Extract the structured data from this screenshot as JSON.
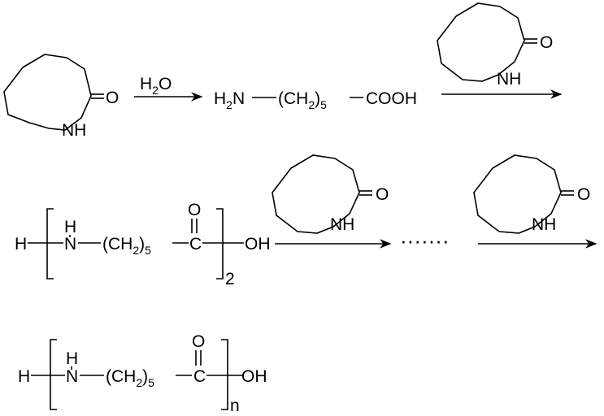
{
  "step1": {
    "reagent_main": "H",
    "reagent_sub": "2",
    "reagent_tail": "O",
    "product_amine": "H",
    "product_amine_sub": "2",
    "product_n": "N",
    "product_chain_open": "(CH",
    "product_chain_sub": "2",
    "product_chain_close": ")",
    "product_repeat_sub": "5",
    "product_acid": "COOH"
  },
  "caprolactam": {
    "oxygen": "O",
    "nh": "NH"
  },
  "dimer": {
    "h_end": "H",
    "n_h": "H",
    "n": "N",
    "chain_open": "(CH",
    "chain_sub": "2",
    "chain_close": ")",
    "repeat_sub": "5",
    "carbonyl_o": "O",
    "carbonyl_c": "C",
    "oh_end": "OH",
    "count": "2"
  },
  "ellipsis": "·······",
  "polymer": {
    "h_end": "H",
    "n_h": "H",
    "n": "N",
    "chain_open": "(CH",
    "chain_sub": "2",
    "chain_close": ")",
    "repeat_sub": "5",
    "carbonyl_o": "O",
    "carbonyl_c": "C",
    "oh_end": "OH",
    "count": "n"
  }
}
